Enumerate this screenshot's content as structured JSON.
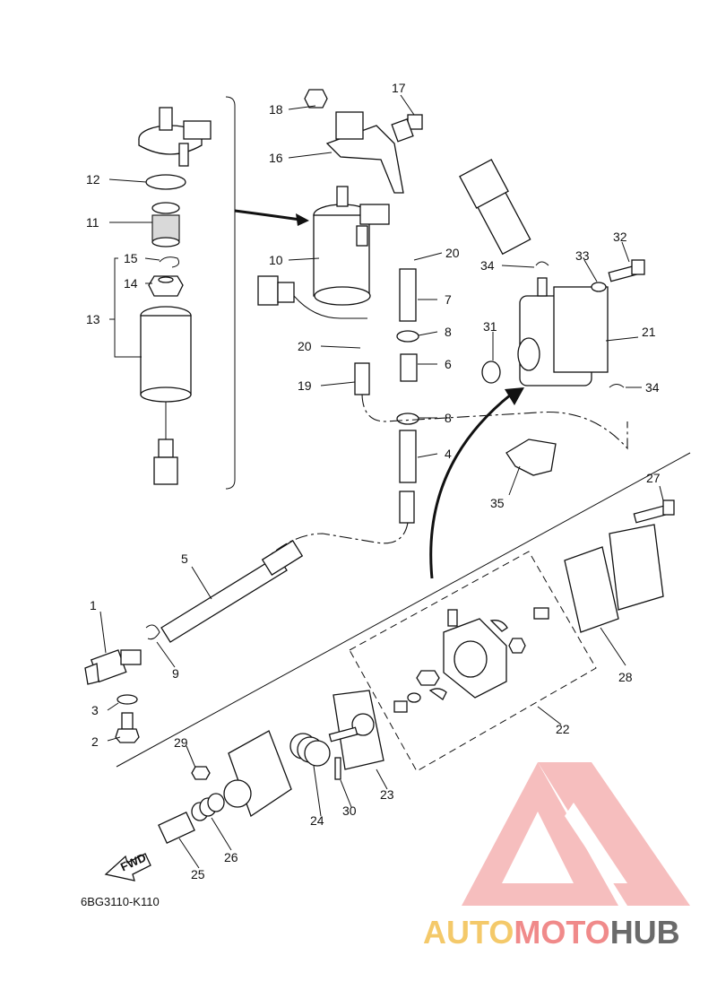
{
  "diagram_code": "6BG3110-K110",
  "fwd_label": "FWD",
  "watermark": {
    "part1": "AUTO",
    "part2": "MOTO",
    "part3": "HUB"
  },
  "callouts": {
    "n1": "1",
    "n2": "2",
    "n3": "3",
    "n4": "4",
    "n5": "5",
    "n6": "6",
    "n7": "7",
    "n8a": "8",
    "n8b": "8",
    "n9": "9",
    "n10": "10",
    "n11": "11",
    "n12": "12",
    "n13": "13",
    "n14": "14",
    "n15": "15",
    "n16": "16",
    "n17": "17",
    "n18": "18",
    "n19": "19",
    "n20a": "20",
    "n20b": "20",
    "n21": "21",
    "n22": "22",
    "n23": "23",
    "n24": "24",
    "n25": "25",
    "n26": "26",
    "n27": "27",
    "n28": "28",
    "n29": "29",
    "n30": "30",
    "n31": "31",
    "n32": "32",
    "n33": "33",
    "n34a": "34",
    "n34b": "34",
    "n35": "35"
  },
  "colors": {
    "watermark_red": "#f4a0a0",
    "watermark_yellow": "#f4c96a",
    "watermark_gray": "#6a6a6a"
  }
}
